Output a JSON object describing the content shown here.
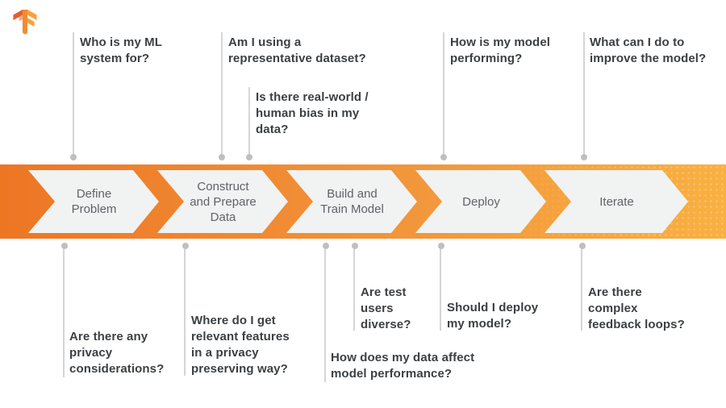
{
  "logo": {
    "name": "TensorFlow",
    "colors": {
      "dark": "#e45d2d",
      "mid": "#ef8d2f",
      "light": "#f6a13c"
    }
  },
  "colors": {
    "band_gradient_start": "#ed7623",
    "band_gradient_end": "#f9b041",
    "chevron_fill": "#f1f2f2",
    "question_text": "#3c4043",
    "stage_text": "#5f6368",
    "connector_line": "#d5d5d5",
    "connector_dot": "#bfbfbf"
  },
  "stages": [
    {
      "label": "Define\nProblem"
    },
    {
      "label": "Construct\nand Prepare\nData"
    },
    {
      "label": "Build and\nTrain Model"
    },
    {
      "label": "Deploy"
    },
    {
      "label": "Iterate"
    }
  ],
  "questions_top": [
    {
      "text": "Who is my ML\nsystem for?"
    },
    {
      "text": "Am I using a\nrepresentative dataset?"
    },
    {
      "text": "Is there real-world /\nhuman bias in my\ndata?"
    },
    {
      "text": "How is my model\nperforming?"
    },
    {
      "text": "What can I do to\nimprove the model?"
    }
  ],
  "questions_bottom": [
    {
      "text": "Are there any\nprivacy\nconsiderations?"
    },
    {
      "text": "Where do I get\nrelevant features\nin a privacy\npreserving way?"
    },
    {
      "text": "How does my data affect\nmodel performance?"
    },
    {
      "text": "Are test\nusers\ndiverse?"
    },
    {
      "text": "Should I deploy\nmy model?"
    },
    {
      "text": "Are there\ncomplex\nfeedback loops?"
    }
  ]
}
